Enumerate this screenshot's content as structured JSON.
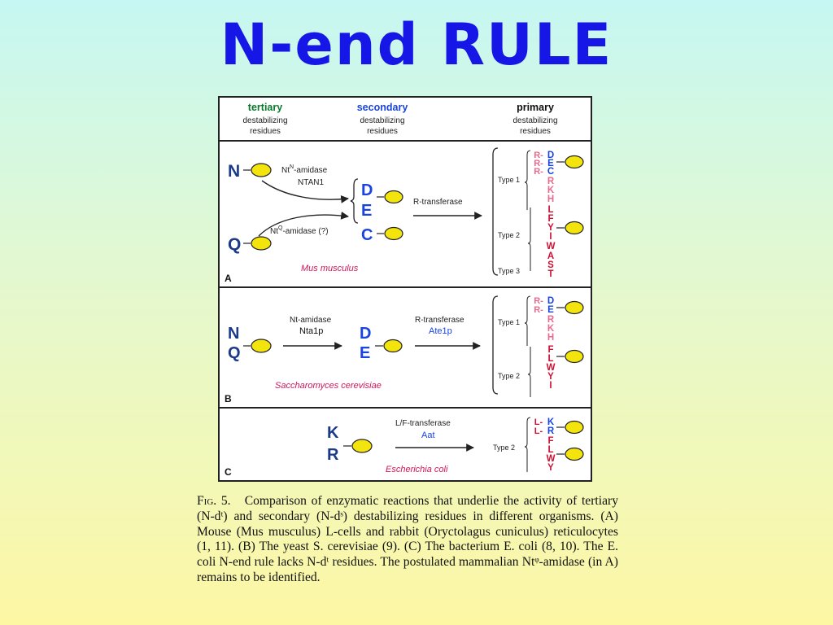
{
  "title": "N-end RULE",
  "header": {
    "tertiary": "tertiary",
    "secondary": "secondary",
    "primary": "primary",
    "destabilizing": "destabilizing",
    "residues": "residues",
    "colors": {
      "tertiary": "#0a7a2a",
      "secondary": "#1a44e0",
      "primary": "#111111"
    }
  },
  "panel_a": {
    "label": "A",
    "residue_n": "N",
    "residue_q": "Q",
    "amidase_n_prefix": "Nt",
    "amidase_n_sup": "N",
    "amidase_n_suffix": "-amidase",
    "amidase_n_gene": "NTAN1",
    "amidase_q_prefix": "Nt",
    "amidase_q_sup": "Q",
    "amidase_q_suffix": "-amidase (?)",
    "secondary_d": "D",
    "secondary_e": "E",
    "secondary_c": "C",
    "transferase": "R-transferase",
    "type1": "Type 1",
    "type2": "Type 2",
    "type3": "Type 3",
    "r_prefix": "R-",
    "type1_residues": [
      "D",
      "E",
      "C"
    ],
    "type1_more": [
      "R",
      "K",
      "H"
    ],
    "type2_residues": [
      "L",
      "F",
      "Y",
      "I",
      "W"
    ],
    "type3_residues": [
      "A",
      "S",
      "T"
    ],
    "organism": "Mus musculus"
  },
  "panel_b": {
    "label": "B",
    "residue_n": "N",
    "residue_q": "Q",
    "amidase": "Nt-amidase",
    "amidase_gene": "Nta1p",
    "secondary_d": "D",
    "secondary_e": "E",
    "transferase": "R-transferase",
    "transferase_gene": "Ate1p",
    "type1": "Type 1",
    "type2": "Type 2",
    "r_prefix": "R-",
    "type1_residues": [
      "D",
      "E"
    ],
    "type1_more": [
      "R",
      "K",
      "H"
    ],
    "type2_residues": [
      "F",
      "L",
      "W",
      "Y",
      "I"
    ],
    "organism": "Saccharomyces cerevisiae"
  },
  "panel_c": {
    "label": "C",
    "residue_k": "K",
    "residue_r": "R",
    "transferase": "L/F-transferase",
    "transferase_gene": "Aat",
    "type2": "Type 2",
    "l_prefix": "L-",
    "residues": [
      "K",
      "R",
      "F",
      "L",
      "W",
      "Y"
    ],
    "organism": "Escherichia coli"
  },
  "caption": {
    "fig": "Fig. 5.",
    "lines": [
      "Comparison of enzymatic reactions that underlie the activity",
      "of tertiary (N-dᵗ) and secondary (N-dˢ) destabilizing residues in different",
      "organisms. (A) Mouse (Mus musculus) L-cells and rabbit (Oryctolagus",
      "cuniculus) reticulocytes (1, 11). (B) The yeast S. cerevisiae (9). (C) The",
      "bacterium E. coli (8, 10). The E. coli N-end rule lacks N-dᵗ residues. The",
      "postulated mammalian Ntᵠ-amidase (in A) remains to be identified."
    ]
  },
  "colors": {
    "title": "#1616e6",
    "blue_residue": "#1a44e0",
    "red_residue": "#cc1133",
    "pink_residue": "#e86a8c",
    "organism": "#d4145a",
    "oval_fill": "#f2e40c",
    "oval_stroke": "#222222"
  }
}
